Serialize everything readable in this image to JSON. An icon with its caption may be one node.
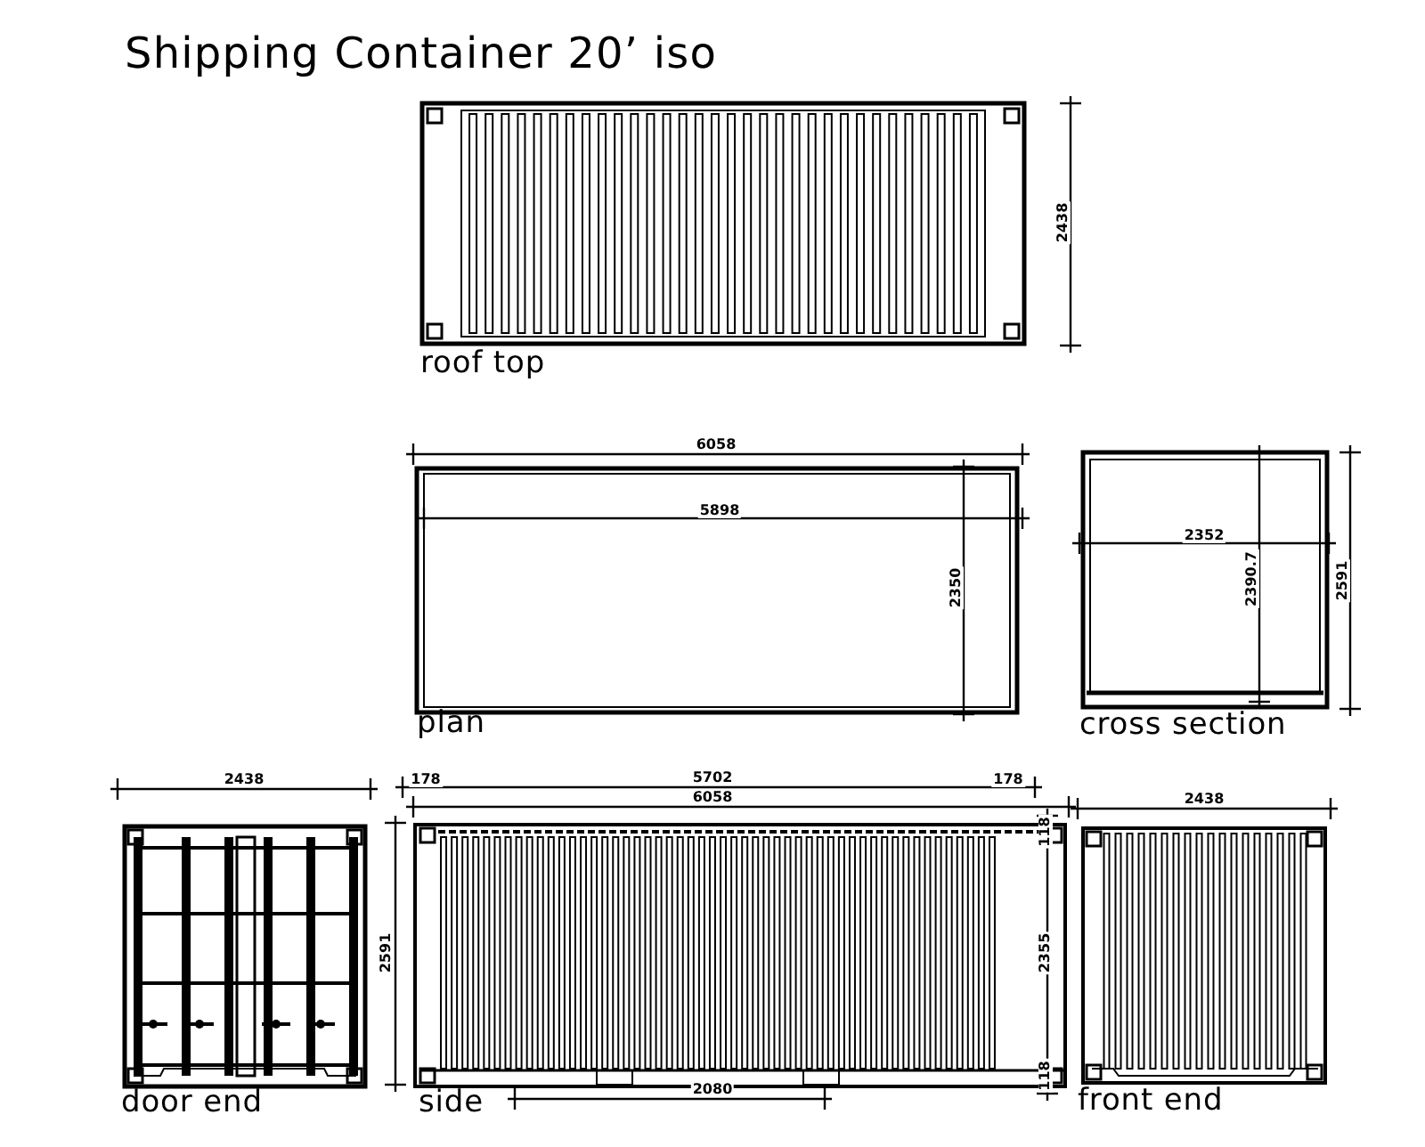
{
  "diagram": {
    "title": "Shipping Container 20’ iso",
    "labels": [
      "2438",
      "roof top",
      "6058",
      "5898",
      "2350",
      "2352",
      "2390.7",
      "2591",
      "plan",
      "cross section",
      "2438",
      "178",
      "5702",
      "178",
      "6058",
      "2438",
      "2591",
      "118",
      "2355",
      "118",
      "door end",
      "side",
      "2080",
      "front end"
    ]
  }
}
